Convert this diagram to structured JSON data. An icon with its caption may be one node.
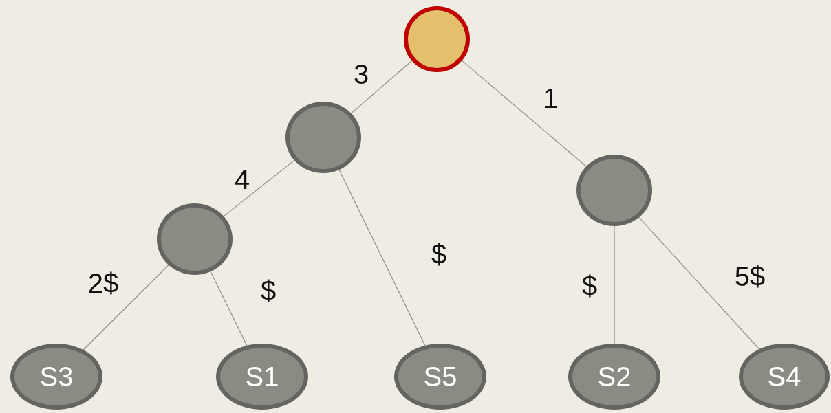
{
  "diagram": {
    "nodes": [
      {
        "text": [],
        "shape": "circle"
      },
      {
        "text": [],
        "shape": "circle"
      },
      {
        "text": [],
        "shape": "circle"
      },
      {
        "text": [],
        "shape": "circle"
      },
      {
        "text": [
          "S3"
        ]
      },
      {
        "text": [
          "S1"
        ]
      },
      {
        "text": [
          "S5"
        ]
      },
      {
        "text": [
          "S2"
        ]
      },
      {
        "text": [
          "S4"
        ]
      }
    ],
    "edges": [
      {
        "from": 0,
        "to": 1,
        "arrow": "none",
        "label": "3"
      },
      {
        "from": 0,
        "to": 2,
        "arrow": "none",
        "label": "1"
      },
      {
        "from": 1,
        "to": 3,
        "arrow": "none",
        "label": "4"
      },
      {
        "from": 1,
        "to": 6,
        "arrow": "none",
        "label": "$"
      },
      {
        "from": 3,
        "to": 4,
        "arrow": "none",
        "label": "2$"
      },
      {
        "from": 3,
        "to": 5,
        "arrow": "none",
        "label": "$"
      },
      {
        "from": 2,
        "to": 7,
        "arrow": "none",
        "label": "$"
      },
      {
        "from": 2,
        "to": 8,
        "arrow": "none",
        "label": "5$"
      }
    ]
  }
}
